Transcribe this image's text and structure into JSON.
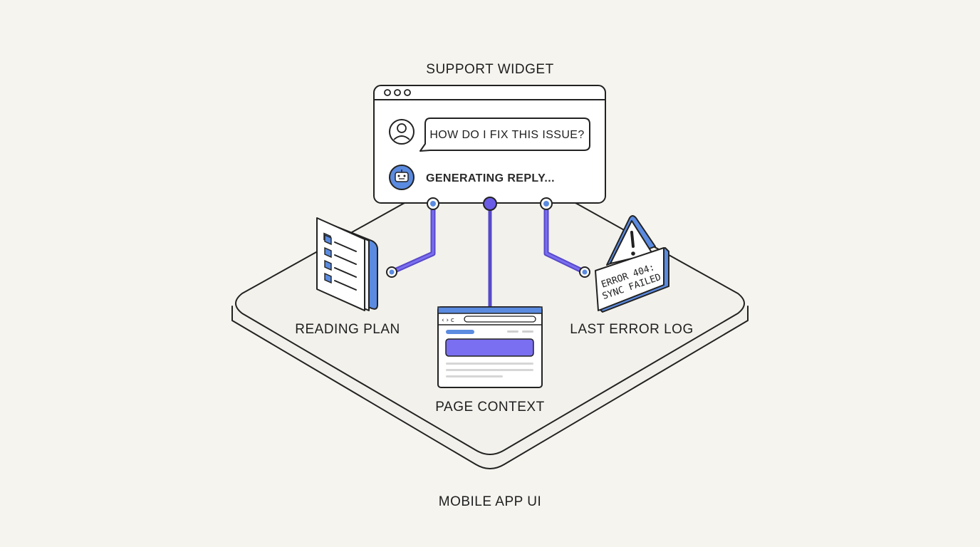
{
  "diagram": {
    "title": "SUPPORT WIDGET",
    "base_label": "MOBILE APP UI",
    "chat": {
      "user_message": "HOW DO I FIX THIS ISSUE?",
      "bot_status": "GENERATING REPLY..."
    },
    "sources": [
      {
        "label": "READING PLAN",
        "icon": "checklist-book-icon"
      },
      {
        "label": "PAGE CONTEXT",
        "icon": "browser-page-icon"
      },
      {
        "label": "LAST ERROR LOG",
        "icon": "warning-icon"
      }
    ],
    "error_card": {
      "line1": "ERROR 404:",
      "line2": "SYNC FAILED"
    },
    "colors": {
      "accent": "#6a5ce6",
      "accent_blue": "#5b8be0",
      "line": "#5849c9",
      "background": "#f5f4ef"
    }
  }
}
